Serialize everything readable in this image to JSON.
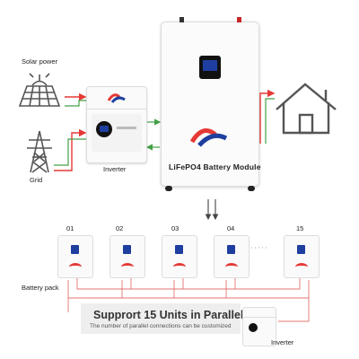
{
  "labels": {
    "solar": "Solar power",
    "grid": "Grid",
    "inverter_top": "Inverter",
    "battery_module": "LiFePO4 Battery Module",
    "battery_pack": "Battery pack",
    "inverter_bottom": "Inverter"
  },
  "units": [
    "01",
    "02",
    "03",
    "04",
    "15"
  ],
  "panel": {
    "title": "Supprort 15 Units in Parallel",
    "subtitle": "The number of parallel connections can be customized"
  },
  "colors": {
    "power_arrow": "#e53935",
    "flow_arrow": "#43a047",
    "icon_stroke": "#555555",
    "display": "#1e3fa0",
    "logo_red": "#e53935",
    "logo_blue": "#1f3f9e",
    "panel_bg": "#eeeeee",
    "wire_red": "#e57373"
  },
  "icons": [
    "solar-panel-icon",
    "transmission-tower-icon",
    "house-icon",
    "inverter-icon",
    "battery-module-icon"
  ]
}
